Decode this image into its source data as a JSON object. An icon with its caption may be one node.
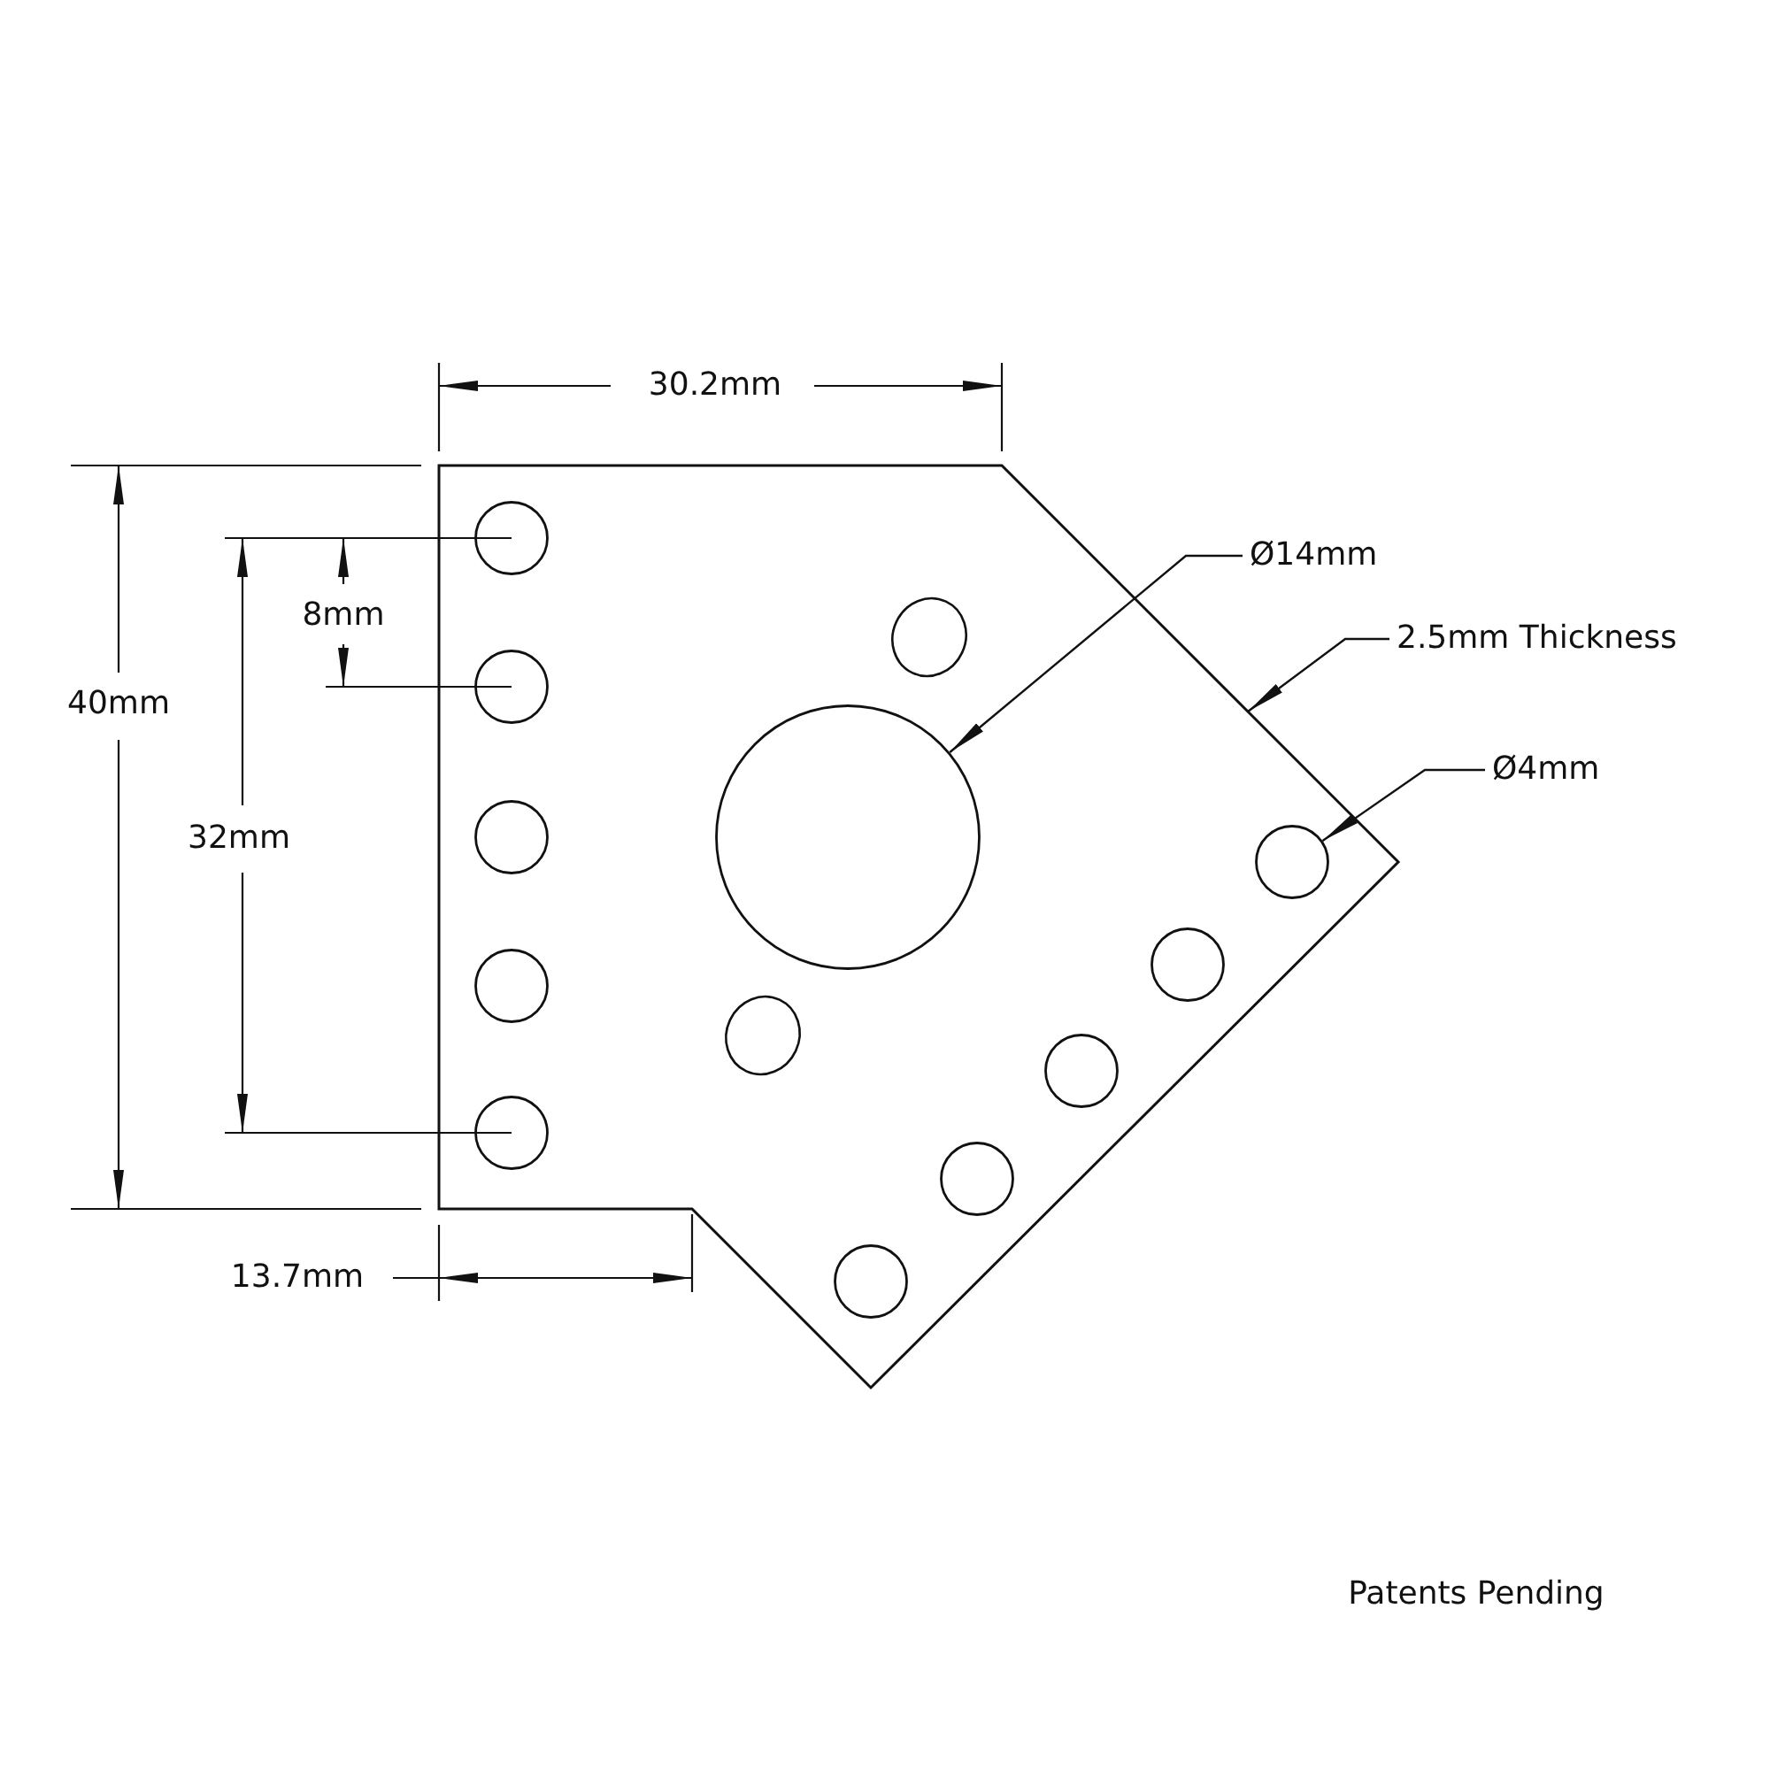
{
  "diagram": {
    "nodes": [
      {
        "text": [],
        "shape": "polygon"
      },
      {
        "text": [],
        "shape": "circle",
        "in": 0
      },
      {
        "text": [],
        "shape": "circle",
        "in": 0
      },
      {
        "text": [],
        "shape": "circle",
        "in": 0
      },
      {
        "text": [],
        "shape": "circle",
        "in": 0
      },
      {
        "text": [],
        "shape": "circle",
        "in": 0
      },
      {
        "text": [],
        "shape": "oval",
        "in": 0
      },
      {
        "text": [],
        "shape": "circle",
        "in": 0
      },
      {
        "text": [],
        "shape": "circle",
        "in": 0
      },
      {
        "text": [],
        "shape": "circle",
        "in": 0
      },
      {
        "text": [],
        "shape": "circle",
        "in": 0
      },
      {
        "text": [],
        "shape": "circle",
        "in": 0
      },
      {
        "text": [],
        "shape": "circle",
        "in": 0
      },
      {
        "text": [],
        "shape": "oval",
        "in": 0
      },
      {
        "text": [
          "Ø14mm"
        ]
      },
      {
        "text": [
          "2.5mm Thickness"
        ]
      },
      {
        "text": [
          "Ø4mm"
        ]
      }
    ],
    "edges": [
      {
        "from": 14,
        "to": 7,
        "arrow": "to"
      },
      {
        "from": 15,
        "to": 0,
        "arrow": "to"
      },
      {
        "from": 16,
        "to": 8,
        "arrow": "to"
      }
    ],
    "labels": [
      "30.2mm",
      "40mm",
      "8mm",
      "32mm",
      "13.7mm",
      "Patents Pending"
    ]
  }
}
